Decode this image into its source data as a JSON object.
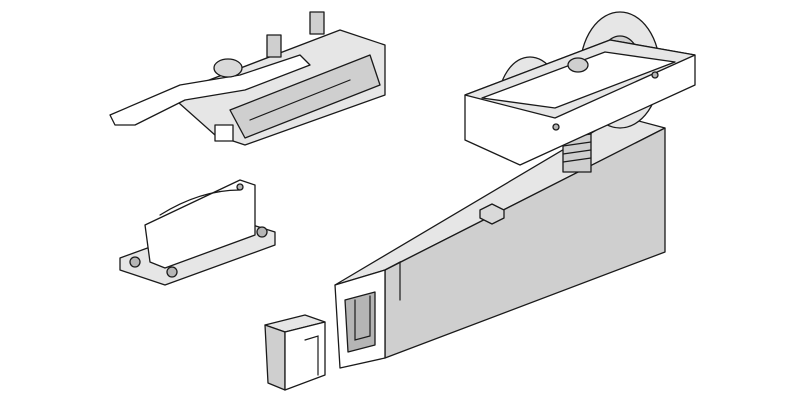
{
  "illustration": {
    "colors": {
      "fill_light": "#e6e6e6",
      "fill_mid": "#cfcfcf",
      "fill_dark": "#b5b5b5",
      "outline": "#1a1a1a",
      "background": "#ffffff"
    },
    "parts": [
      "clamp",
      "roller-carriage",
      "track-rail",
      "guide-bracket",
      "end-cap"
    ]
  }
}
